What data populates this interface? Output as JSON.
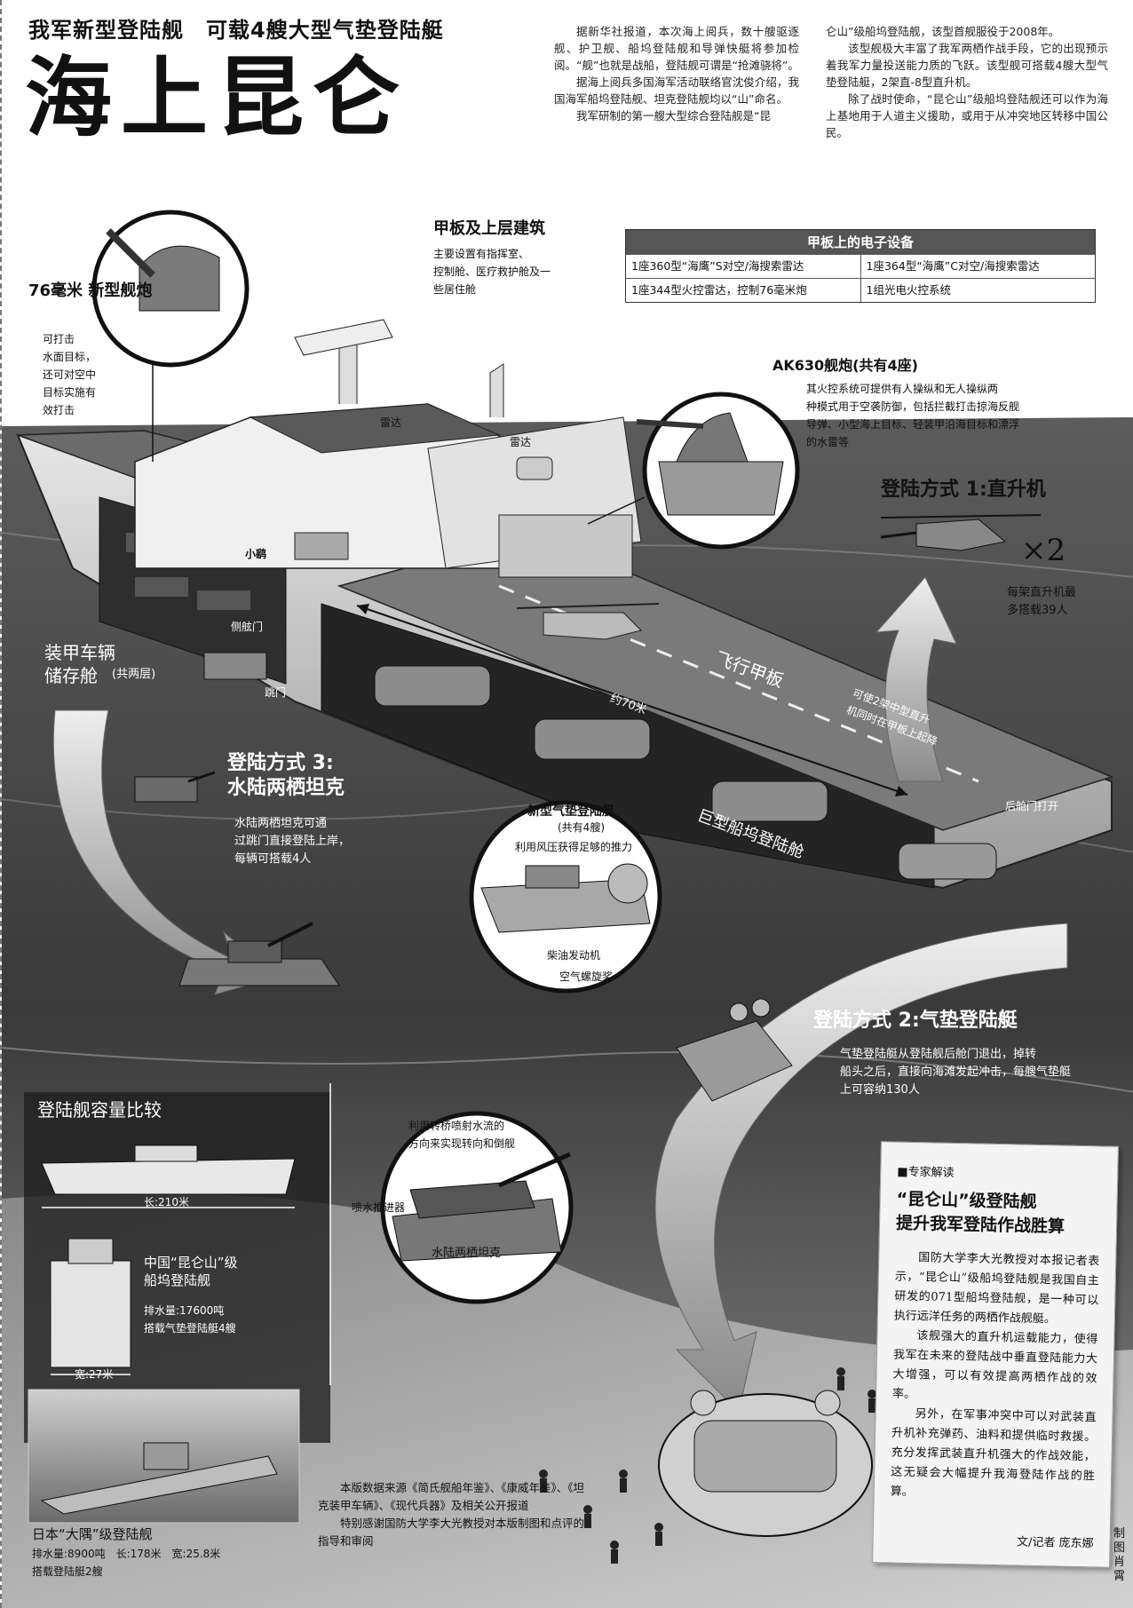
{
  "header": {
    "kicker": "我军新型登陆舰　可载4艘大型气垫登陆艇",
    "headline": "海上昆仑",
    "intro_col1": [
      "据新华社报道，本次海上阅兵，数十艘驱逐舰、护卫舰、船坞登陆舰和导弹快艇将参加检阅。“舰”也就是战船，登陆舰可谓是“抢滩骁将”。",
      "据海上阅兵多国海军活动联络官沈俊介绍，我国海军船坞登陆舰、坦克登陆舰均以“山”命名。",
      "我军研制的第一艘大型综合登陆舰是“昆"
    ],
    "intro_col2_lead": "仑山”级船坞登陆舰，该型首舰服役于2008年。",
    "intro_col2": [
      "该型舰极大丰富了我军两栖作战手段，它的出现预示着我军力量投送能力质的飞跃。该型舰可搭载4艘大型气垫登陆艇，2架直-8型直升机。",
      "除了战时使命，“昆仑山”级船坞登陆舰还可以作为海上基地用于人道主义援助，或用于从冲突地区转移中国公民。"
    ]
  },
  "labels": {
    "gun76_title": "76毫米\n新型舰炮",
    "gun76_desc": "可打击\n水面目标，\n还可对空中\n目标实施有\n效打击",
    "deck_title": "甲板及上层建筑",
    "deck_desc": "主要设置有指挥室、\n控制舱、医疗救护舱及一\n些居住舱",
    "radar1": "雷达",
    "radar2": "雷达",
    "ak630_title": "AK630舰炮(共有4座)",
    "ak630_desc": "其火控系统可提供有人操纵和无人操纵两\n种模式用于空袭防御，包括拦截打击掠海反舰\n导弹、小型海上目标、轻装甲沿海目标和漂浮\n的水雷等",
    "mode1_title": "登陆方式 1:直升机",
    "mode1_desc": "每架直升机最\n多搭载39人",
    "mode1_count": "×2",
    "heli_small": "小鹞",
    "garage_title": "装甲车辆\n储存舱",
    "garage_sub": "(共两层)",
    "side_door": "侧舷门",
    "ramp": "跳门",
    "length_70": "约70米",
    "flight_deck": "飞行甲板",
    "flight_desc": "可使2架中型直升\n机同时在甲板上起降",
    "stern_door": "后舱门打开",
    "well_deck": "巨型船坞登陆舱",
    "mode3_title": "登陆方式 3:\n水陆两栖坦克",
    "mode3_desc": "水陆两栖坦克可通\n过跳门直接登陆上岸，\n每辆可搭载4人",
    "lcac_title": "新型气垫登陆艇",
    "lcac_sub": "(共有4艘)",
    "lcac_desc": "利用风压获得足够的推力",
    "diesel": "柴油发动机",
    "propeller": "空气螺旋桨",
    "mode2_title": "登陆方式 2:气垫登陆艇",
    "mode2_desc": "气垫登陆艇从登陆舰后舱门退出，掉转\n船头之后，直接向海滩发起冲击，每艘气垫艇\n上可容纳130人",
    "tank_desc": "利用转桥喷射水流的\n方向来实现转向和倒舰",
    "waterjet": "喷水推进器",
    "tank_title": "水陆两栖坦克"
  },
  "equipment_table": {
    "title": "甲板上的电子设备",
    "rows": [
      [
        "1座360型“海鹰”S对空/海搜索雷达",
        "1座364型“海鹰”C对空/海搜索雷达"
      ],
      [
        "1座344型火控雷达，控制76毫米炮",
        "1组光电火控系统"
      ]
    ]
  },
  "comparison": {
    "title": "登陆舰容量比较",
    "length": "长:210米",
    "width": "宽:27米",
    "cn_name": "中国“昆仑山”级\n船坞登陆舰",
    "cn_disp": "排水量:17600吨",
    "cn_carry": "搭载气垫登陆艇4艘",
    "jp_name": "日本“大隅”级登陆舰",
    "jp_spec": "排水量:8900吨　长:178米　宽:25.8米",
    "jp_carry": "搭载登陆艇2艘"
  },
  "sources": [
    "本版数据来源《简氏舰船年鉴》、《康威年鉴》、《坦克装甲车辆》、《现代兵器》及相关公开报道",
    "特别感谢国防大学李大光教授对本版制图和点评的指导和审阅"
  ],
  "expert": {
    "tag": "■专家解读",
    "title": "“昆仑山”级登陆舰\n提升我军登陆作战胜算",
    "paras": [
      "国防大学李大光教授对本报记者表示，“昆仑山”级船坞登陆舰是我国自主研发的071型船坞登陆舰，是一种可以执行远洋任务的两栖作战舰艇。",
      "该舰强大的直升机运载能力，使得我军在未来的登陆战中垂直登陆能力大大增强，可以有效提高两栖作战的效率。",
      "另外，在军事冲突中可以对武装直升机补充弹药、油料和提供临时救援。充分发挥武装直升机强大的作战效能，这无疑会大幅提升我海登陆作战的胜算。"
    ],
    "byline": "文/记者 庞东娜"
  },
  "credit": "制图肖霄"
}
